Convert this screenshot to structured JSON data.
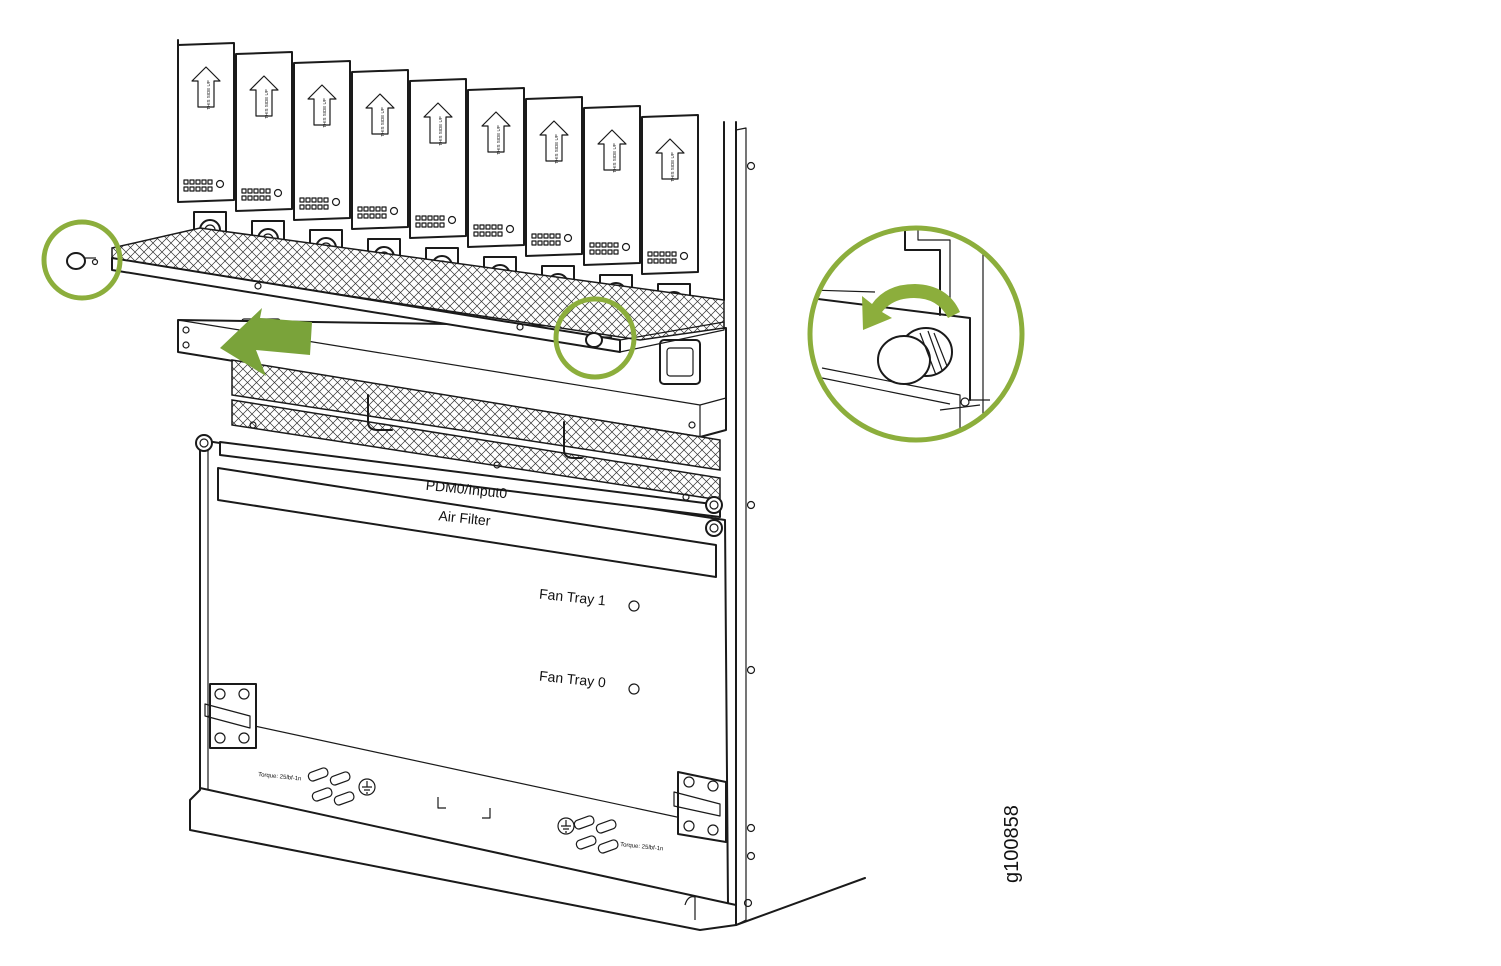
{
  "labels": {
    "pdm_input": "PDM0/Input0",
    "air_filter": "Air Filter",
    "fan_tray_1": "Fan Tray 1",
    "fan_tray_0": "Fan Tray 0",
    "torque_left": "Torque: 25lbf-1n",
    "torque_right": "Torque: 25lbf-1n",
    "figure_id": "g100858"
  },
  "psu": {
    "count": 9,
    "label": "THIS SIDE UP"
  },
  "colors": {
    "highlight": "#8cae3c",
    "arrow": "#7aa33a",
    "line": "#1a1a1a"
  },
  "icons": {
    "arrow": "remove-direction-arrow",
    "rotate": "counterclockwise-rotate-icon",
    "ground": "ground-symbol-icon"
  }
}
